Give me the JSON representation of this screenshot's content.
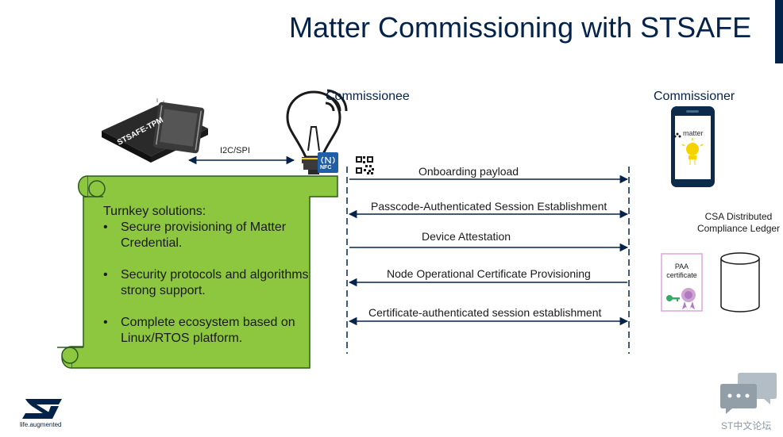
{
  "title": "Matter Commissioning with STSAFE",
  "chip": {
    "label": "STSAFE-TPM"
  },
  "bus": {
    "label": "I2C/SPI"
  },
  "nfc": {
    "label": "NFC"
  },
  "roles": {
    "commissionee": "Commissionee",
    "commissioner": "Commissioner"
  },
  "phone": {
    "app_label": "matter"
  },
  "scroll": {
    "heading": "Turnkey solutions:",
    "bullets": [
      "Secure provisioning of Matter Credential.",
      "Security protocols and algorithms strong support.",
      "Complete ecosystem based on Linux/RTOS platform."
    ]
  },
  "messages": [
    {
      "label": "Onboarding payload",
      "direction": "right"
    },
    {
      "label": "Passcode-Authenticated Session Establishment",
      "direction": "both"
    },
    {
      "label": "Device Attestation",
      "direction": "right"
    },
    {
      "label": "Node Operational Certificate Provisioning",
      "direction": "left"
    },
    {
      "label": "Certificate-authenticated session establishment",
      "direction": "both"
    }
  ],
  "ledger": {
    "line1": "CSA Distributed",
    "line2": "Compliance Ledger"
  },
  "paa": {
    "line1": "PAA",
    "line2": "certificate"
  },
  "logo": {
    "tagline": "life.augmented"
  },
  "watermark": {
    "text": "ST中文论坛"
  },
  "colors": {
    "navy": "#03234b",
    "scroll_green": "#8dc63f",
    "nfc_blue": "#1f5fa8",
    "bulb_yellow": "#f5d300"
  }
}
